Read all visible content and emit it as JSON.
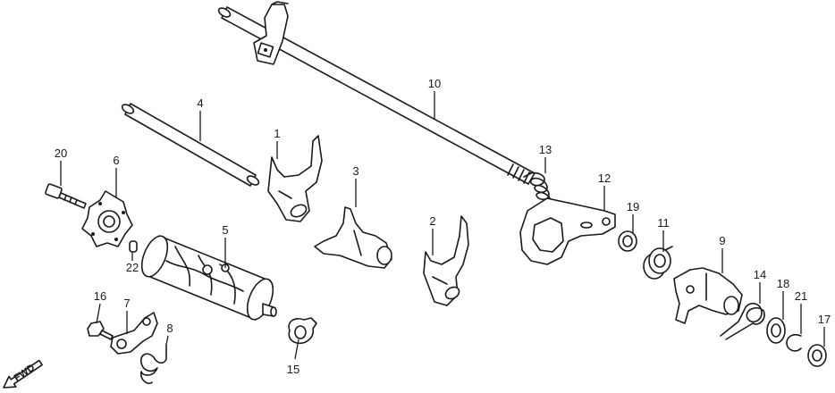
{
  "diagram": {
    "callouts": [
      {
        "id": "c1",
        "label": "1"
      },
      {
        "id": "c2",
        "label": "2"
      },
      {
        "id": "c3",
        "label": "3"
      },
      {
        "id": "c4",
        "label": "4"
      },
      {
        "id": "c5",
        "label": "5"
      },
      {
        "id": "c6",
        "label": "6"
      },
      {
        "id": "c7",
        "label": "7"
      },
      {
        "id": "c8",
        "label": "8"
      },
      {
        "id": "c9",
        "label": "9"
      },
      {
        "id": "c10",
        "label": "10"
      },
      {
        "id": "c11",
        "label": "11"
      },
      {
        "id": "c12",
        "label": "12"
      },
      {
        "id": "c13",
        "label": "13"
      },
      {
        "id": "c14",
        "label": "14"
      },
      {
        "id": "c15",
        "label": "15"
      },
      {
        "id": "c16",
        "label": "16"
      },
      {
        "id": "c17",
        "label": "17"
      },
      {
        "id": "c18",
        "label": "18"
      },
      {
        "id": "c19",
        "label": "19"
      },
      {
        "id": "c20",
        "label": "20"
      },
      {
        "id": "c21",
        "label": "21"
      },
      {
        "id": "c22",
        "label": "22"
      }
    ],
    "direction_label": "FWD",
    "ink_color": "#1a1a1a",
    "background_color": "#ffffff"
  }
}
